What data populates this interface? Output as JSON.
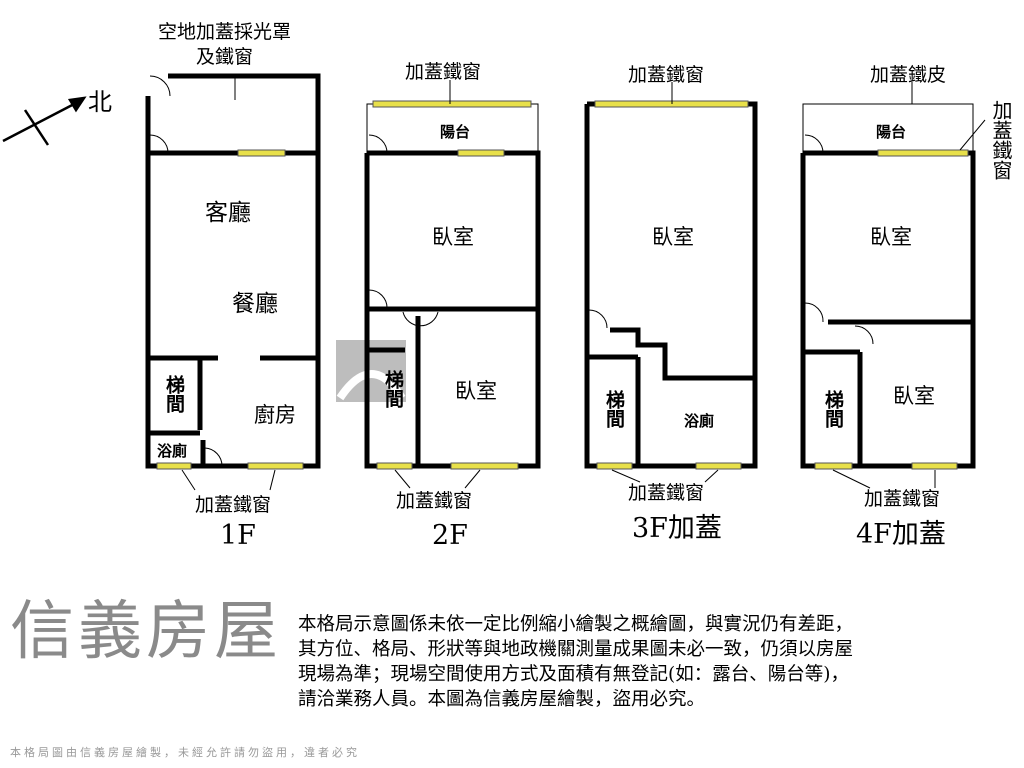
{
  "compass": {
    "label": "北"
  },
  "floors": [
    {
      "name": "1F",
      "rooms": [
        "客廳",
        "餐廳",
        "廚房",
        "梯間",
        "浴廁"
      ],
      "notes": [
        "空地加蓋採光罩\n及鐵窗",
        "加蓋鐵窗"
      ]
    },
    {
      "name": "2F",
      "rooms": [
        "陽台",
        "臥室",
        "臥室",
        "梯間"
      ],
      "notes": [
        "加蓋鐵窗",
        "加蓋鐵窗"
      ]
    },
    {
      "name": "3F加蓋",
      "rooms": [
        "臥室",
        "梯間",
        "浴廁"
      ],
      "notes": [
        "加蓋鐵窗",
        "加蓋鐵窗"
      ]
    },
    {
      "name": "4F加蓋",
      "rooms": [
        "陽台",
        "臥室",
        "臥室",
        "梯間"
      ],
      "notes": [
        "加蓋鐵皮",
        "加蓋鐵窗",
        "加蓋鐵窗"
      ]
    }
  ],
  "watermark": {
    "brand": "信義房屋",
    "notice": "本格局圖由信義房屋繪製，未經允許請勿盜用，違者必究"
  },
  "disclaimer": "本格局示意圖係未依一定比例縮小繪製之概繪圖，與實況仍有差距，其方位、格局、形狀等與地政機關測量成果圖未必一致，仍須以房屋現場為準；現場空間使用方式及面積有無登記(如：露台、陽台等)，請洽業務人員。本圖為信義房屋繪製，盜用必究。",
  "colors": {
    "wall": "#000000",
    "window": "#e8e04a"
  }
}
